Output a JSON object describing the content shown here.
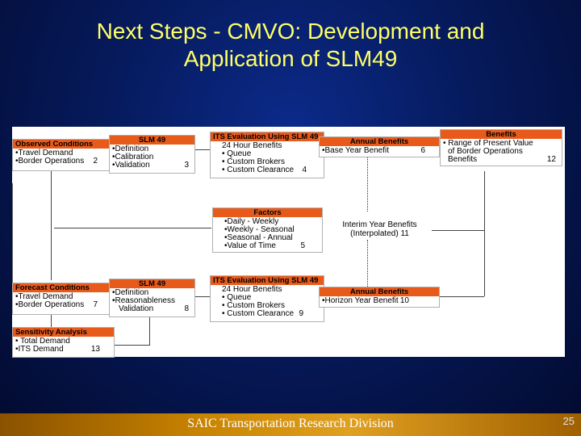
{
  "title": {
    "line1": "Next Steps - CMVO: Development and",
    "line2": "Application of SLM49"
  },
  "observed": {
    "header": "Observed Conditions",
    "items": [
      "•Travel Demand",
      "•Border Operations"
    ],
    "num": "2"
  },
  "slm1": {
    "header": "SLM 49",
    "items": [
      "•Definition",
      "•Calibration",
      "•Validation"
    ],
    "num": "3"
  },
  "its1": {
    "header": "ITS Evaluation Using SLM 49",
    "items": [
      "24 Hour Benefits",
      "• Queue",
      "• Custom Brokers",
      "• Custom Clearance"
    ],
    "num": "4"
  },
  "annual1": {
    "header": "Annual Benefits",
    "items": [
      "•Base Year Benefit"
    ],
    "num": "6"
  },
  "benefits": {
    "header": "Benefits",
    "items": [
      "• Range of Present Value",
      "of Border Operations",
      "Benefits"
    ],
    "num": "12"
  },
  "factors": {
    "header": "Factors",
    "items": [
      "•Daily - Weekly",
      "•Weekly - Seasonal",
      "•Seasonal - Annual",
      "•Value of Time"
    ],
    "num": "5"
  },
  "interim": {
    "line1": "Interim Year Benefits",
    "line2": "(Interpolated)",
    "num": "11"
  },
  "forecast": {
    "header": "Forecast Conditions",
    "items": [
      "•Travel Demand",
      "•Border Operations"
    ],
    "num": "7"
  },
  "slm2": {
    "header": "SLM 49",
    "items": [
      "•Definition",
      "•Reasonableness",
      "Validation"
    ],
    "num": "8"
  },
  "its2": {
    "header": "ITS Evaluation Using SLM 49",
    "items": [
      "24 Hour Benefits",
      "• Queue",
      "• Custom Brokers",
      "• Custom Clearance"
    ],
    "num": "9"
  },
  "annual2": {
    "header": "Annual Benefits",
    "items": [
      "•Horizon Year Benefit"
    ],
    "num": "10"
  },
  "sensitivity": {
    "header": "Sensitivity Analysis",
    "items": [
      "• Total Demand",
      "•ITS Demand"
    ],
    "num": "13"
  },
  "footer": {
    "text": "SAIC Transportation Research Division",
    "page": "25"
  }
}
